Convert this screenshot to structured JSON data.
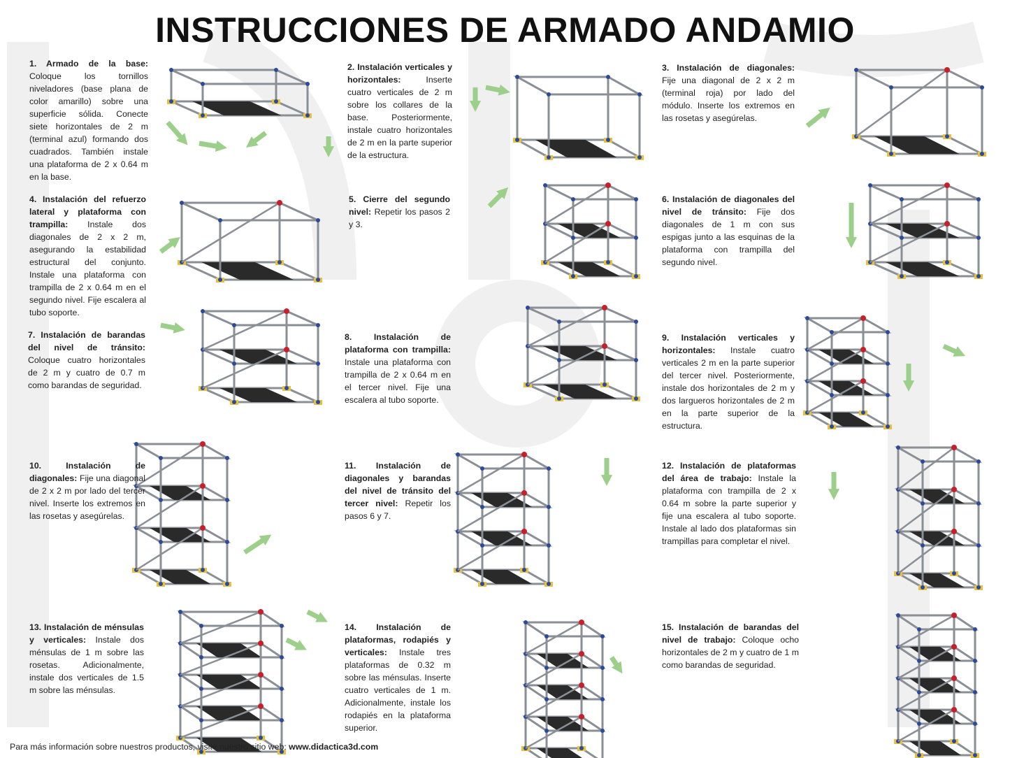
{
  "title": "INSTRUCCIONES DE ARMADO ANDAMIO",
  "steps": [
    {
      "heading": "1. Armado de la base:",
      "body": " Coloque los tornillos niveladores (base plana de color amarillo) sobre una superficie sólida. Conecte siete horizontales de 2 m (terminal azul) formando dos cuadrados. También instale una plataforma de 2 x 0.64 m en la base."
    },
    {
      "heading": "2. Instalación verticales y horizontales:",
      "body": " Inserte cuatro verticales de 2 m sobre los collares de la base. Posteriormente, instale cuatro horizontales de 2 m en la parte superior de la estructura."
    },
    {
      "heading": "3. Instalación de diagonales:",
      "body": " Fije una diagonal de 2 x 2 m (terminal roja) por lado del módulo. Inserte los extremos en las rosetas y asegúrelas."
    },
    {
      "heading": "4. Instalación del refuerzo lateral y plataforma con trampilla:",
      "body": " Instale dos diagonales de 2 x 2 m, asegurando la estabilidad estructural del conjunto. Instale una plataforma con trampilla de 2 x 0.64 m en el segundo nivel. Fije escalera al tubo soporte."
    },
    {
      "heading": "5. Cierre del segundo nivel:",
      "body": " Repetir los pasos 2 y 3."
    },
    {
      "heading": "6. Instalación de diagonales del nivel de tránsito:",
      "body": " Fije dos diagonales de 1 m con sus espigas junto a las esquinas de la plataforma con trampilla del segundo nivel."
    },
    {
      "heading": "7. Instalación de barandas del nivel de tránsito:",
      "body": " Coloque cuatro horizontales de 2 m y cuatro de 0.7 m como barandas de seguridad."
    },
    {
      "heading": "8. Instalación de plataforma con trampilla:",
      "body": " Instale una plataforma con trampilla de 2 x 0.64 m en el tercer nivel. Fije una escalera al tubo soporte."
    },
    {
      "heading": "9. Instalación verticales y horizontales:",
      "body": " Instale cuatro verticales 2 m en la parte superior del tercer nivel. Posteriormente, instale dos horizontales de 2 m y dos largueros horizontales de 2 m en la parte superior de la estructura."
    },
    {
      "heading": "10. Instalación de diagonales:",
      "body": " Fije una diagonal de 2 x 2 m por lado del tercer nivel. Inserte los extremos en las rosetas y asegúrelas."
    },
    {
      "heading": "11. Instalación de diagonales y barandas del nivel de tránsito del tercer nivel:",
      "body": " Repetir los pasos 6 y 7."
    },
    {
      "heading": "12. Instalación de plataformas del área de trabajo:",
      "body": " Instale la plataforma con trampilla de 2 x 0.64 m sobre la parte superior y fije una escalera al tubo soporte. Instale al lado dos plataformas sin trampillas para completar el nivel."
    },
    {
      "heading": "13. Instalación de ménsulas y verticales:",
      "body": " Instale dos ménsulas de 1 m sobre las rosetas. Adicionalmente, instale dos verticales de 1.5 m sobre las ménsulas."
    },
    {
      "heading": "14. Instalación de plataformas, rodapiés y verticales:",
      "body": " Instale tres plataformas de 0.32 m sobre las ménsulas. Inserte cuatro verticales de 1 m. Adicionalmente, instale los rodapiés en la plataforma superior."
    },
    {
      "heading": "15. Instalación de barandas del nivel de trabajo:",
      "body": " Coloque ocho horizontales de 2 m y cuatro de 1 m como barandas de seguridad."
    }
  ],
  "footer": {
    "text": "Para más información sobre nuestros productos, visite nuestro sitio web: ",
    "link": "www.didactica3d.com"
  },
  "watermark": "Didáctica 3D",
  "colors": {
    "frame": "#8a8f96",
    "platform": "#2a2a2a",
    "base": "#e8c040",
    "horizontal_terminal": "#2b4a9a",
    "diagonal_terminal": "#c8202a",
    "arrow": "#9ccf8a"
  }
}
